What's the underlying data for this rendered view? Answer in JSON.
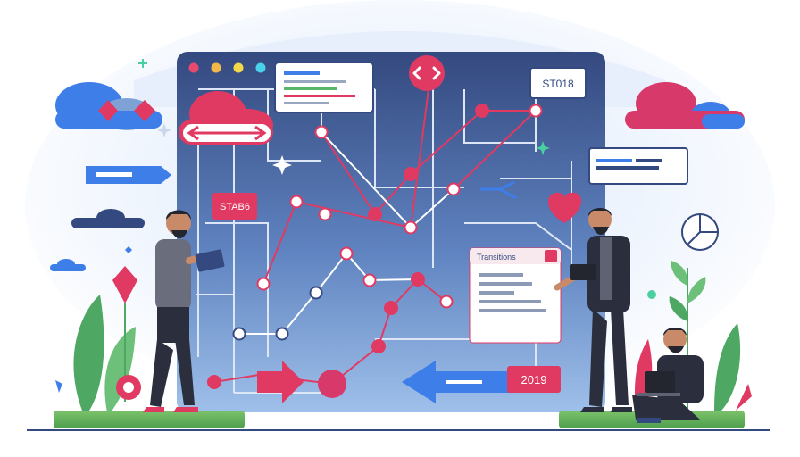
{
  "labels": {
    "top_right_box": "ST018",
    "left_box": "STAB6",
    "popup_title": "Transitions",
    "bottom_tag": "2019"
  },
  "window": {
    "dots": [
      "#e84a6f",
      "#f2b84a",
      "#f2d94a",
      "#4ad0e8"
    ]
  },
  "colors": {
    "accent": "#e03a63",
    "panel_dark": "#33497e",
    "panel_light": "#7fa2d6",
    "blue": "#3e7ee8",
    "leaf": "#5bb56a"
  },
  "icons": [
    "code-icon",
    "cloud-icon",
    "heart-icon",
    "pie-chart-icon",
    "sparkle-icon",
    "arrow-right-icon",
    "arrow-left-icon",
    "double-arrow-icon",
    "tablet-icon",
    "laptop-icon"
  ]
}
